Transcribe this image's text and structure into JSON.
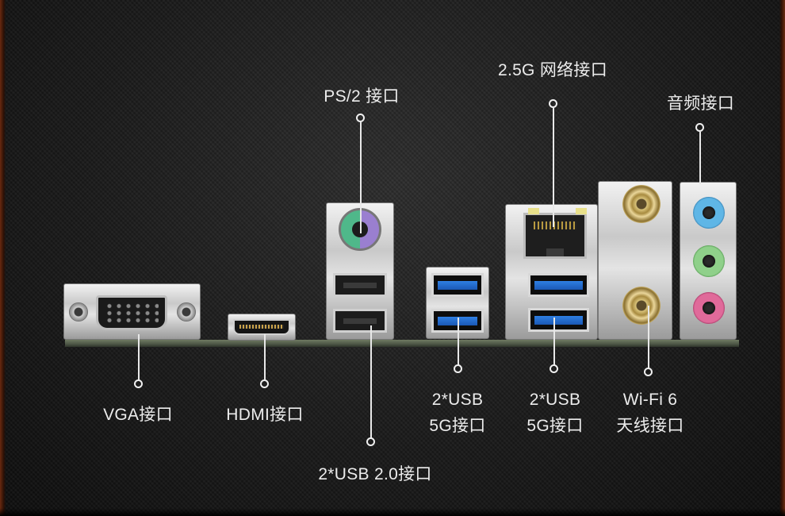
{
  "labels": {
    "vga": "VGA接口",
    "hdmi": "HDMI接口",
    "ps2": "PS/2 接口",
    "usb20": "2*USB 2.0接口",
    "usb5g_a_line1": "2*USB",
    "usb5g_a_line2": "5G接口",
    "lan": "2.5G 网络接口",
    "usb5g_b_line1": "2*USB",
    "usb5g_b_line2": "5G接口",
    "wifi_line1": "Wi-Fi 6",
    "wifi_line2": "天线接口",
    "audio": "音频接口"
  },
  "colors": {
    "usb3_blue": "#2f7fe3",
    "audio_blue": "#5fb6e6",
    "audio_green": "#8fd08a",
    "audio_pink": "#e06a9a",
    "ps2_purple": "#9a7fd0",
    "ps2_green": "#4fb88a"
  }
}
